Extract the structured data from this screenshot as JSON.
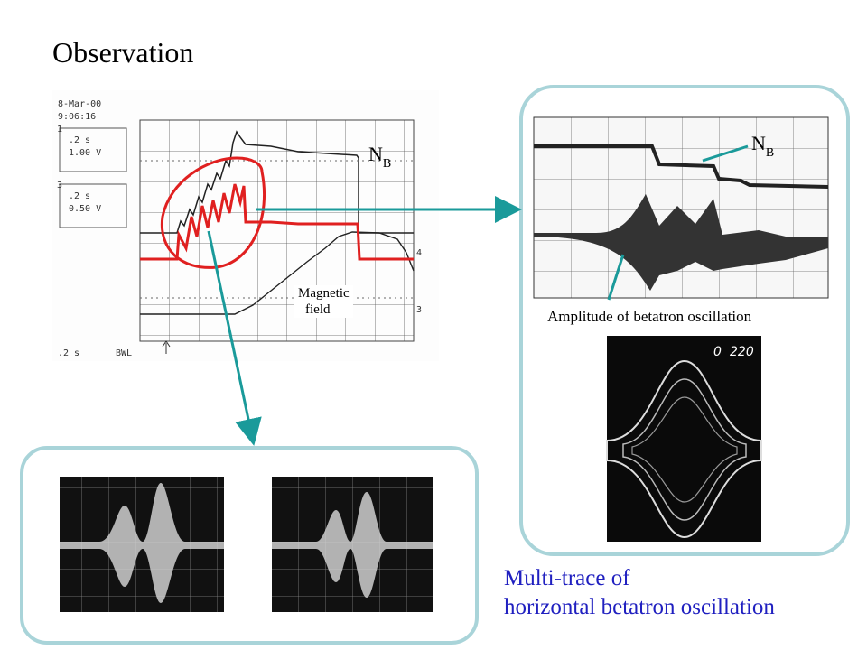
{
  "title": "Observation",
  "nb_label": {
    "main": "N",
    "sub": "B"
  },
  "magnetic_field_label": [
    "Magnetic",
    "field"
  ],
  "amplitude_label": "Amplitude of betatron oscillation",
  "multi_trace_label": [
    "Multi-trace of",
    "horizontal betatron oscillation"
  ],
  "scope": {
    "date": "8-Mar-00",
    "time": "9:06:16",
    "ch1": {
      "id": "1",
      "timebase": ".2 s",
      "volts": "1.00 V"
    },
    "ch3": {
      "id": "3",
      "timebase": ".2 s",
      "volts": "0.50 V"
    },
    "bottom_timebase": ".2 s",
    "bottom_mode": "BWL",
    "marker_4": "4",
    "marker_3": "3"
  },
  "photo_label": {
    "shot": "0",
    "turns": "220"
  },
  "colors": {
    "panel_border": "#a9d4d9",
    "arrow": "#1a9a9a",
    "highlight": "#e02020",
    "text_blue": "#2020c0"
  }
}
